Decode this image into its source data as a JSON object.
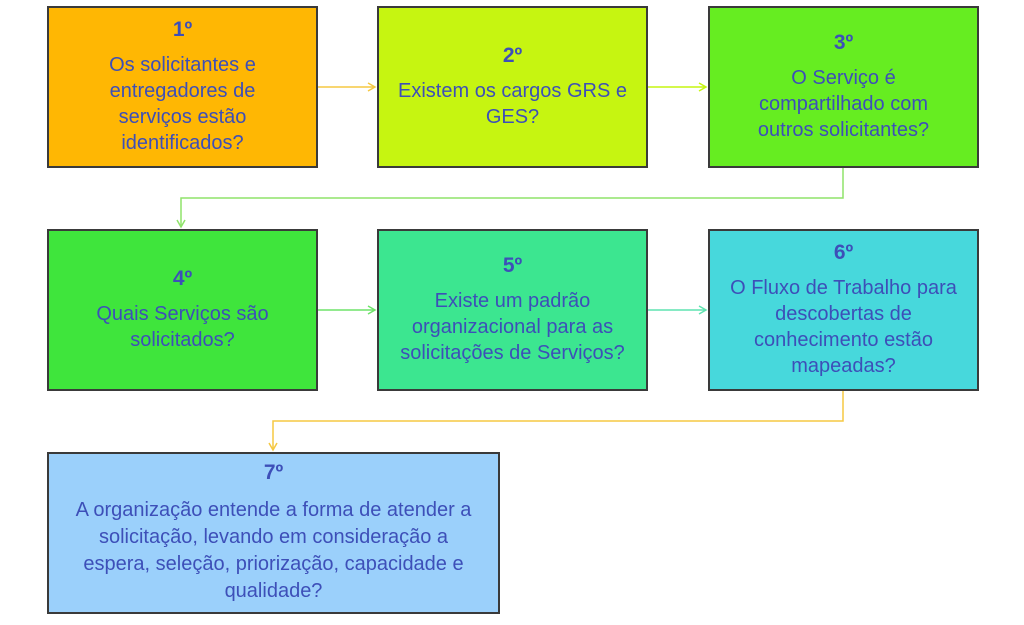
{
  "steps": [
    {
      "number": "1º",
      "text": "Os solicitantes e entregadores de serviços estão identificados?",
      "color": "#ffb703"
    },
    {
      "number": "2º",
      "text": "Existem os cargos GRS e GES?",
      "color": "#c6f511"
    },
    {
      "number": "3º",
      "text": "O Serviço é compartilhado com outros solicitantes?",
      "color": "#66ed21"
    },
    {
      "number": "4º",
      "text": "Quais Serviços são solicitados?",
      "color": "#3fe53c"
    },
    {
      "number": "5º",
      "text": "Existe um padrão organizacional para as solicitações de Serviços?",
      "color": "#3ce690"
    },
    {
      "number": "6º",
      "text": "O Fluxo de Trabalho para descobertas de conhecimento estão mapeadas?",
      "color": "#47d8dc"
    },
    {
      "number": "7º",
      "text": "A organização entende a forma de atender a solicitação, levando em consideração a espera, seleção, priorização, capacidade e qualidade?",
      "color": "#9bd0fb"
    }
  ],
  "connectors": [
    {
      "from": "1º",
      "to": "2º",
      "color": "#f5c842"
    },
    {
      "from": "2º",
      "to": "3º",
      "color": "#c6f511"
    },
    {
      "from": "3º",
      "to": "4º",
      "color": "#8fe36a"
    },
    {
      "from": "4º",
      "to": "5º",
      "color": "#6fe36a"
    },
    {
      "from": "5º",
      "to": "6º",
      "color": "#5fe3b0"
    },
    {
      "from": "6º",
      "to": "7º",
      "color": "#f5c842"
    }
  ],
  "text_color": "#3d4fb8"
}
